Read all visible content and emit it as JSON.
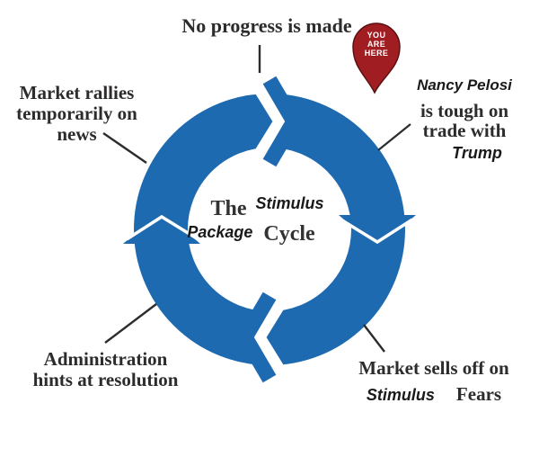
{
  "diagram": {
    "title_center": {
      "word_the": "The",
      "word_stimulus": "Stimulus",
      "word_package": "Package",
      "word_cycle": "Cycle"
    },
    "stages": {
      "top": "No progress is made",
      "right": {
        "line1": "Nancy Pelosi",
        "line2": "is tough on",
        "line3": "trade with",
        "line4": "Trump"
      },
      "bottom_right": {
        "line1": "Market sells off on",
        "word_italic": "Stimulus",
        "word_serif": "Fears"
      },
      "bottom_left": {
        "line1": "Administration",
        "line2": "hints at resolution"
      },
      "left": "Market rallies\ntemporarily on\nnews"
    },
    "pin": {
      "label": "YOU\nARE\nHERE"
    },
    "colors": {
      "ring_blue": "#1e6ab0",
      "text_dark": "#2d2b2c",
      "pin_fill": "#a01e22",
      "pin_stroke": "#5a1013",
      "pin_text": "#ffffff",
      "background": "#ffffff"
    }
  }
}
